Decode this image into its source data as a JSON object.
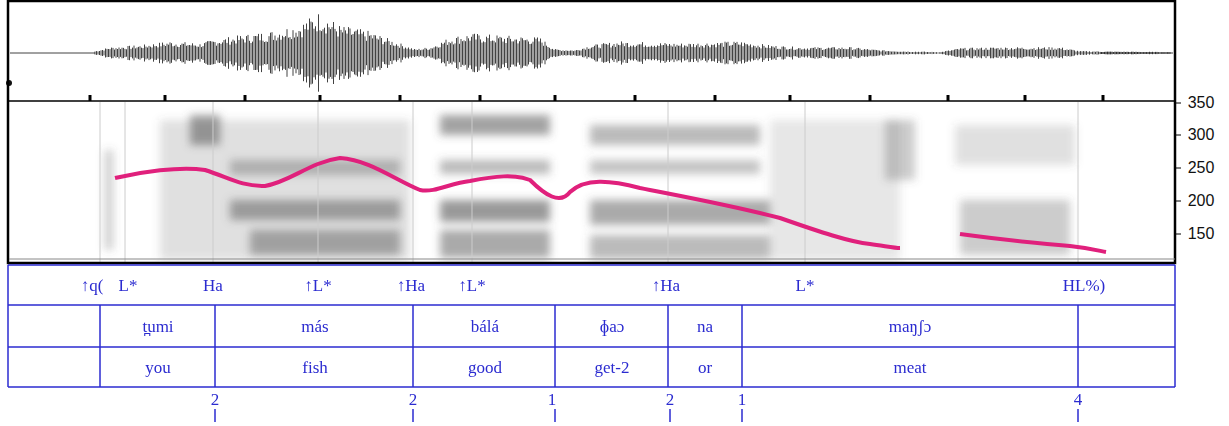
{
  "diagram": {
    "labels": [
      "350",
      "300",
      "250",
      "200",
      "150",
      "↑q(",
      "L*",
      "Ha",
      "↑L*",
      "↑Ha",
      "↑L*",
      "↑Ha",
      "L*",
      "HL%)",
      "t̪umi",
      "más",
      "bálá",
      "ɸaɔ",
      "na",
      "maŋʃɔ",
      "you",
      "fish",
      "good",
      "get-2",
      "or",
      "meat",
      "2",
      "2",
      "1",
      "2",
      "1",
      "4"
    ]
  }
}
